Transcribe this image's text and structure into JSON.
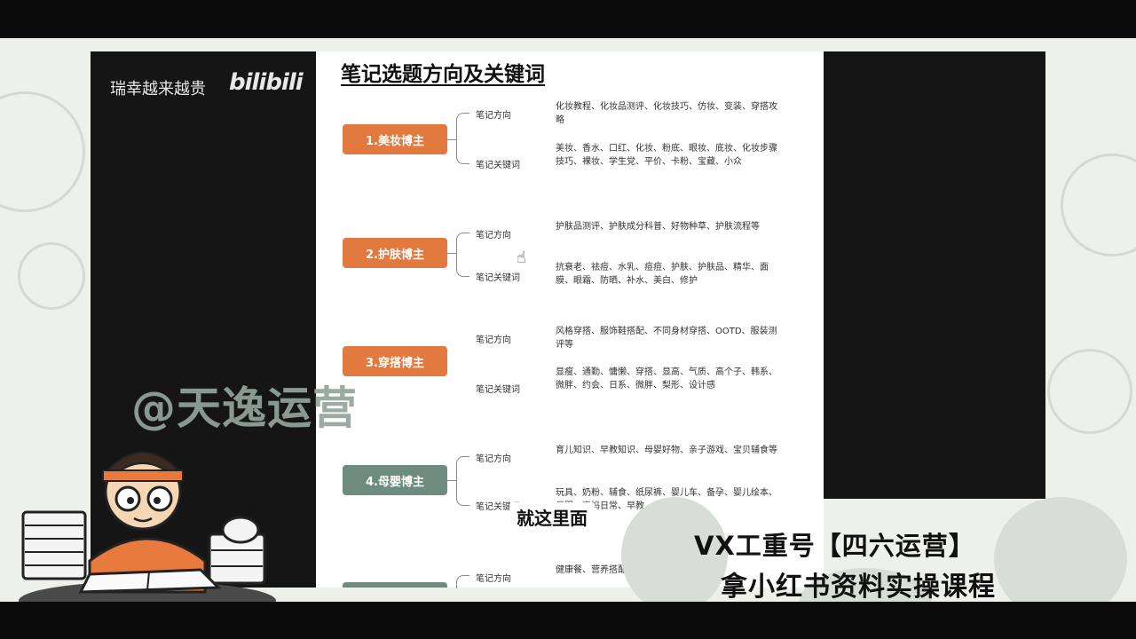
{
  "header": {
    "brand_text": "瑞幸越来越贵",
    "brand_logo": "bilibili"
  },
  "document": {
    "title": "笔记选题方向及关键词",
    "topics": [
      {
        "label": "1.美妆博主",
        "branches": [
          {
            "label": "笔记方向",
            "text": "化妆教程、化妆品测评、化妆技巧、仿妆、变装、穿搭攻略"
          },
          {
            "label": "笔记关键词",
            "text": "美妆、香水、口红、化妆、粉底、眼妆、底妆、化妆步骤技巧、裸妆、学生党、平价、卡粉、宝藏、小众"
          }
        ]
      },
      {
        "label": "2.护肤博主",
        "branches": [
          {
            "label": "笔记方向",
            "text": "护肤品测评、护肤成分科普、好物种草、护肤流程等"
          },
          {
            "label": "笔记关键词",
            "text": "抗衰老、祛痘、水乳、痘痘、护肤、护肤品、精华、面膜、眼霜、防晒、补水、美白、修护"
          }
        ]
      },
      {
        "label": "3.穿搭博主",
        "branches": [
          {
            "label": "笔记方向",
            "text": "风格穿搭、服饰鞋搭配、不同身材穿搭、OOTD、服装测评等"
          },
          {
            "label": "笔记关键词",
            "text": "显瘦、通勤、慵懒、穿搭、显高、气质、高个子、韩系、微胖、约会、日系、微胖、梨形、设计感"
          }
        ]
      },
      {
        "label": "4.母婴博主",
        "branches": [
          {
            "label": "笔记方向",
            "text": "育儿知识、早教知识、母婴好物、亲子游戏、宝贝辅食等"
          },
          {
            "label": "笔记关键词",
            "text": "玩具、奶粉、辅食、纸尿裤、婴儿车、备孕、婴儿绘本、母婴、宝妈日常、早教"
          }
        ]
      },
      {
        "label": "",
        "branches": [
          {
            "label": "笔记方向",
            "text": "健康餐、营养搭配、知识科普等"
          }
        ]
      }
    ]
  },
  "overlay": {
    "watermark": "@天逸运营",
    "subtitle": "就这里面",
    "promo_line1": "VX工重号【四六运营】",
    "promo_line2": "拿小红书资料实操课程"
  },
  "colors": {
    "topic_orange": "#e27a3f",
    "topic_slate": "#6e8b80",
    "background": "#eef0ec"
  },
  "icons": [
    "hand-cursor-icon",
    "mascot-character"
  ]
}
